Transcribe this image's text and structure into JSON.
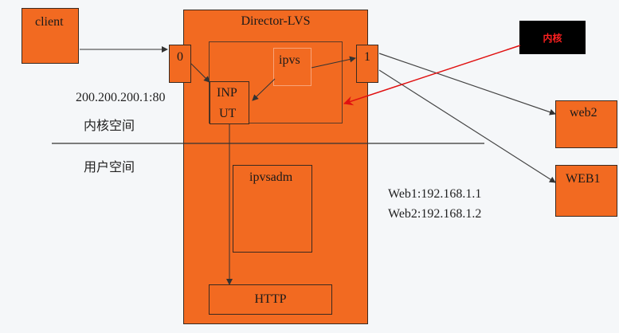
{
  "diagram": {
    "client": "client",
    "director": {
      "title": "Director-LVS",
      "port_in": "0",
      "port_out": "1",
      "ipvs": "ipvs",
      "input_line1": "INP",
      "input_line2": "UT",
      "ipvsadm": "ipvsadm",
      "http": "HTTP"
    },
    "vip": "200.200.200.1:80",
    "kernel_space": "内核空间",
    "user_space": "用户空间",
    "real_servers": {
      "web1_ip": "Web1:192.168.1.1",
      "web2_ip": "Web2:192.168.1.2",
      "web2": "web2",
      "web1": "WEB1"
    },
    "callout": "内核"
  },
  "colors": {
    "box": "#f26a21",
    "callout_bg": "#000000",
    "callout_text": "#ff2020",
    "callout_arrow": "#e01010",
    "line": "#333333"
  }
}
